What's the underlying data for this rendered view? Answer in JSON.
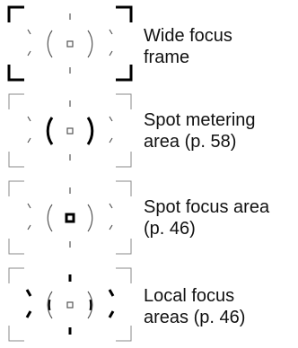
{
  "legend": [
    {
      "id": "wide-focus-frame",
      "lines": [
        "Wide focus",
        "frame"
      ],
      "highlight": "wide-frame"
    },
    {
      "id": "spot-metering-area",
      "lines": [
        "Spot metering",
        "area (p. 58)"
      ],
      "highlight": "metering-circle"
    },
    {
      "id": "spot-focus-area",
      "lines": [
        "Spot focus area",
        "(p. 46)"
      ],
      "highlight": "spot-focus"
    },
    {
      "id": "local-focus-areas",
      "lines": [
        "Local focus",
        "areas (p. 46)"
      ],
      "highlight": "local-focus"
    }
  ]
}
